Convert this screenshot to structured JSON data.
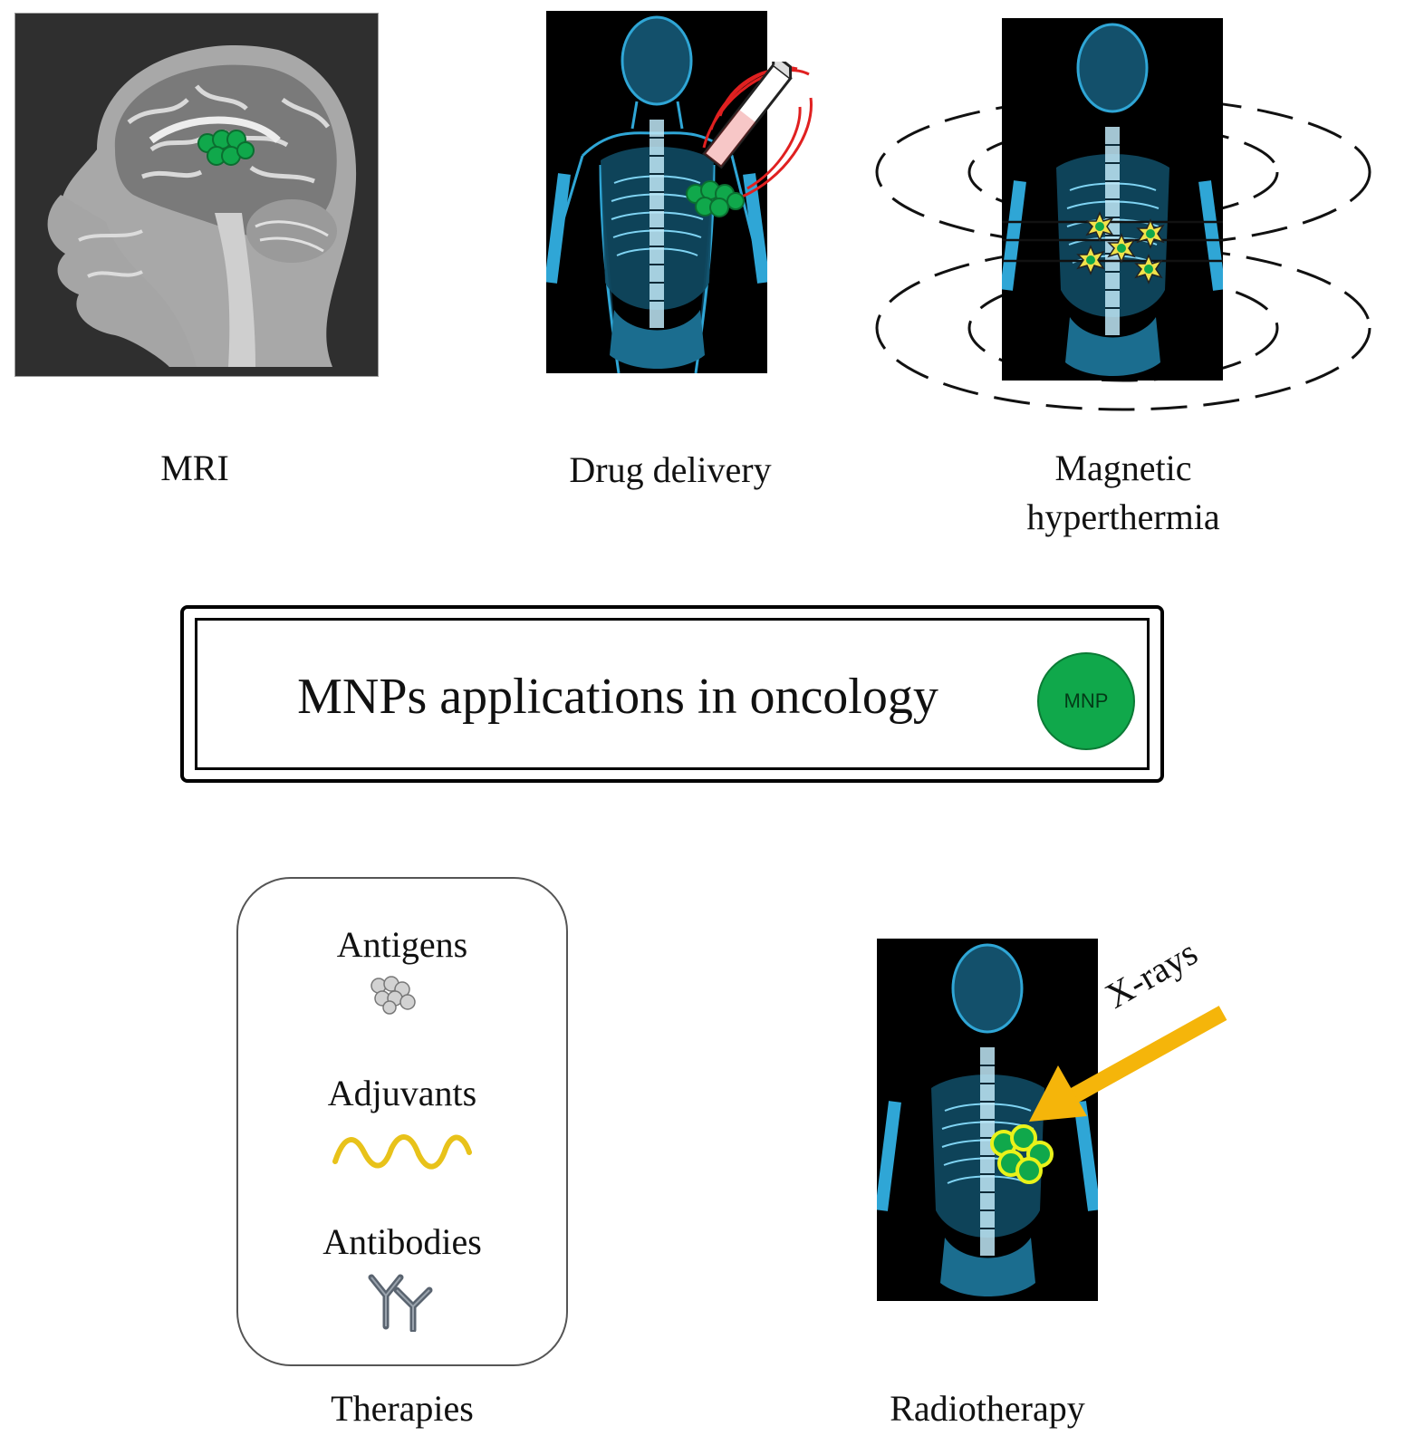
{
  "labels": {
    "mri": "MRI",
    "drug_delivery": "Drug delivery",
    "magnetic_hyperthermia_line1": "Magnetic",
    "magnetic_hyperthermia_line2": "hyperthermia",
    "center_title": "MNPs applications in oncology",
    "mnp_badge": "MNP",
    "antigens": "Antigens",
    "adjuvants": "Adjuvants",
    "antibodies": "Antibodies",
    "therapies": "Therapies",
    "radiotherapy": "Radiotherapy",
    "xrays": "X-rays"
  },
  "colors": {
    "mnp_green": "#10a84b",
    "xray_arrow": "#f5b50a",
    "adjuvant_wave": "#e8c21a",
    "magnet_red": "#e02020",
    "body_blue": "#2fa6d6",
    "antibody_gray": "#5a6470"
  }
}
